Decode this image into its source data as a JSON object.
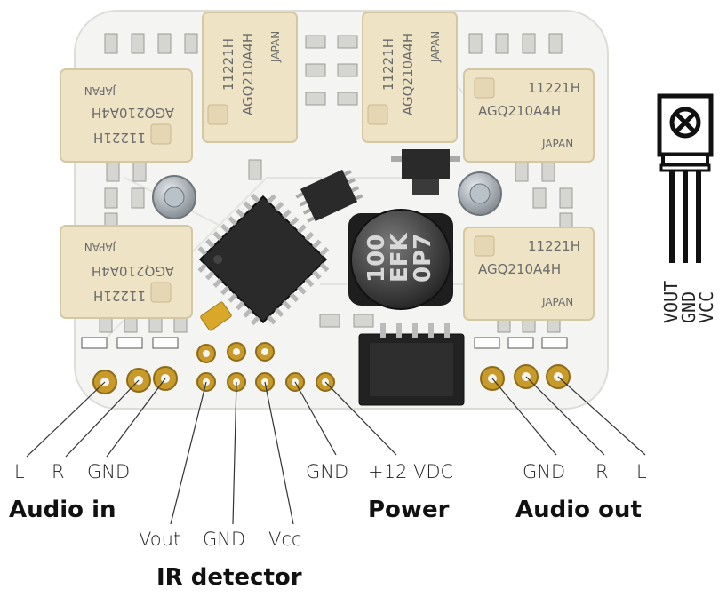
{
  "pin_groups": {
    "audio_in": {
      "title": "Audio in",
      "pins": [
        "L",
        "R",
        "GND"
      ]
    },
    "ir_detector": {
      "title": "IR detector",
      "pins": [
        "Vout",
        "GND",
        "Vcc"
      ]
    },
    "power": {
      "title": "Power",
      "pins": [
        "GND",
        "+12 VDC"
      ]
    },
    "audio_out": {
      "title": "Audio out",
      "pins": [
        "GND",
        "R",
        "L"
      ]
    }
  },
  "relays": {
    "line1": "11221H",
    "line2": "AGQ210A4H",
    "line3": "JAPAN"
  },
  "capacitor": {
    "line1": "100",
    "line2": "EFK",
    "line3": "0P7"
  },
  "ir_sensor": {
    "pins": [
      "VOUT",
      "GND",
      "VCC"
    ]
  },
  "colors": {
    "board": "#f4f4f2",
    "relay": "#efe3c6",
    "gold": "#c89a2a",
    "chip": "#2a2a2a"
  }
}
